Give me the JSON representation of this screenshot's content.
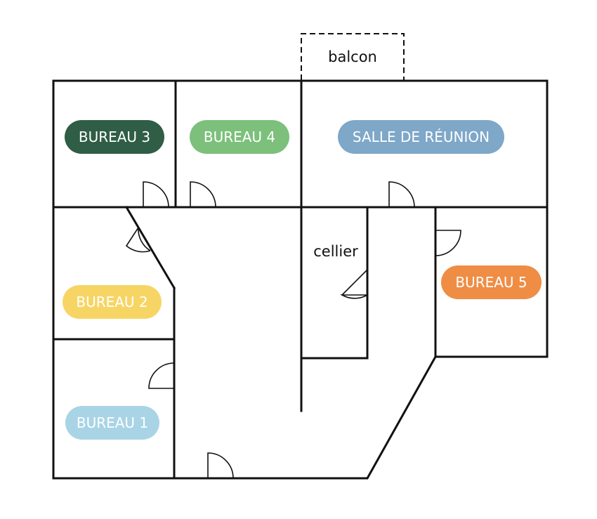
{
  "rooms": {
    "bureau_3": {
      "label": "BUREAU 3",
      "color": "#2f5d45"
    },
    "bureau_4": {
      "label": "BUREAU 4",
      "color": "#7cc07b"
    },
    "salle_reunion": {
      "label": "SALLE DE RÉUNION",
      "color": "#7ea7c8"
    },
    "bureau_2": {
      "label": "BUREAU 2",
      "color": "#f7d565"
    },
    "bureau_5": {
      "label": "BUREAU 5",
      "color": "#ef8d45"
    },
    "bureau_1": {
      "label": "BUREAU 1",
      "color": "#a9d4e6"
    }
  },
  "areas": {
    "balcon": "balcon",
    "cellier": "cellier"
  }
}
